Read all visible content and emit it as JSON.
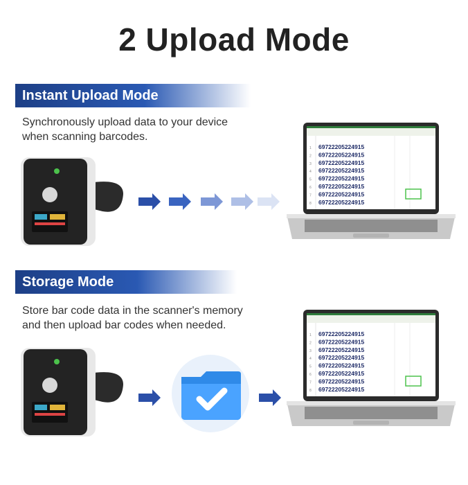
{
  "title": "2 Upload Mode",
  "instant": {
    "heading": "Instant Upload Mode",
    "description_lines": [
      "Synchronously upload data to your device",
      "when scanning barcodes."
    ]
  },
  "storage": {
    "heading": "Storage Mode",
    "description_lines": [
      "Store bar code data in the scanner's memory",
      "and then upload bar codes when needed."
    ]
  },
  "spreadsheet_values": [
    "69722205224915",
    "69722205224915",
    "69722205224915",
    "69722205224915",
    "69722205224915",
    "69722205224915",
    "69722205224915",
    "69722205224915"
  ],
  "colors": {
    "banner": "#1d3f86",
    "arrow": "#2b4fa8",
    "accent_green": "#4cc24c"
  },
  "icons": [
    "barcode-scanner-icon",
    "arrow-right-icon",
    "laptop-icon",
    "cloud-folder-check-icon"
  ]
}
